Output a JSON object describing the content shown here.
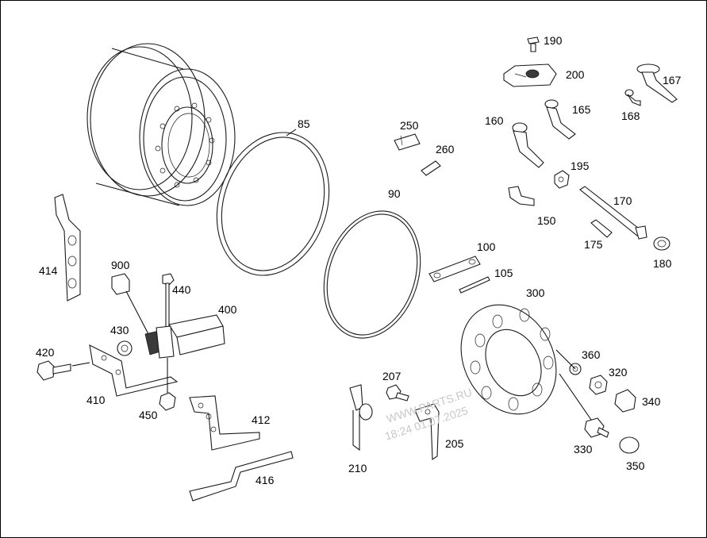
{
  "labels": {
    "p85": "85",
    "p90": "90",
    "p100": "100",
    "p105": "105",
    "p150": "150",
    "p160": "160",
    "p165": "165",
    "p167": "167",
    "p168": "168",
    "p170": "170",
    "p175": "175",
    "p180": "180",
    "p190": "190",
    "p195": "195",
    "p200": "200",
    "p205": "205",
    "p207": "207",
    "p210": "210",
    "p250": "250",
    "p260": "260",
    "p300": "300",
    "p320": "320",
    "p330": "330",
    "p340": "340",
    "p350": "350",
    "p360": "360",
    "p400": "400",
    "p410": "410",
    "p412": "412",
    "p414": "414",
    "p416": "416",
    "p420": "420",
    "p430": "430",
    "p440": "440",
    "p450": "450",
    "p900": "900"
  },
  "watermark": {
    "line1": "WWW.PARTS.RU",
    "line2": "18:24 01.07.2025"
  }
}
